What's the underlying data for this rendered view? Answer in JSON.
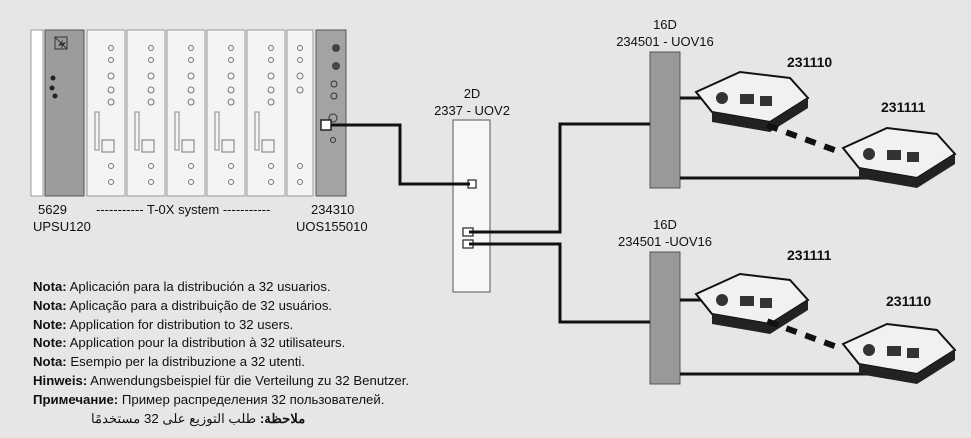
{
  "labels": {
    "upsu_code": "5629",
    "upsu_model": "UPSU120",
    "system": "----------- T-0X system -----------",
    "uos_code": "234310",
    "uos_model": "UOS155010",
    "splitter_2d_ports": "2D",
    "splitter_2d_model": "2337 - UOV2",
    "splitter_16d_top_ports": "16D",
    "splitter_16d_top_model": "234501 - UOV16",
    "splitter_16d_bottom_ports": "16D",
    "splitter_16d_bottom_model": "234501 -UOV16",
    "ont_top_1": "231110",
    "ont_top_2": "231111",
    "ont_bottom_1": "231111",
    "ont_bottom_2": "231110"
  },
  "notes": [
    {
      "label": "Nota:",
      "text": "Aplicación para la distribución a 32 usuarios."
    },
    {
      "label": "Nota:",
      "text": "Aplicação para a distribuição de 32 usuários."
    },
    {
      "label": "Note:",
      "text": "Application for distribution to 32 users."
    },
    {
      "label": "Note:",
      "text": "Application pour la distribution à 32 utilisateurs."
    },
    {
      "label": "Nota:",
      "text": "Esempio per la distribuzione a 32 utenti."
    },
    {
      "label": "Hinweis:",
      "text": "Anwendungsbeispiel für die Verteilung zu 32 Benutzer."
    },
    {
      "label": "Примечание:",
      "text": "Пример распределения 32 пользователей."
    },
    {
      "label": "ملاحظة:",
      "text": "طلب التوزيع على 32 مستخدمًا"
    }
  ]
}
